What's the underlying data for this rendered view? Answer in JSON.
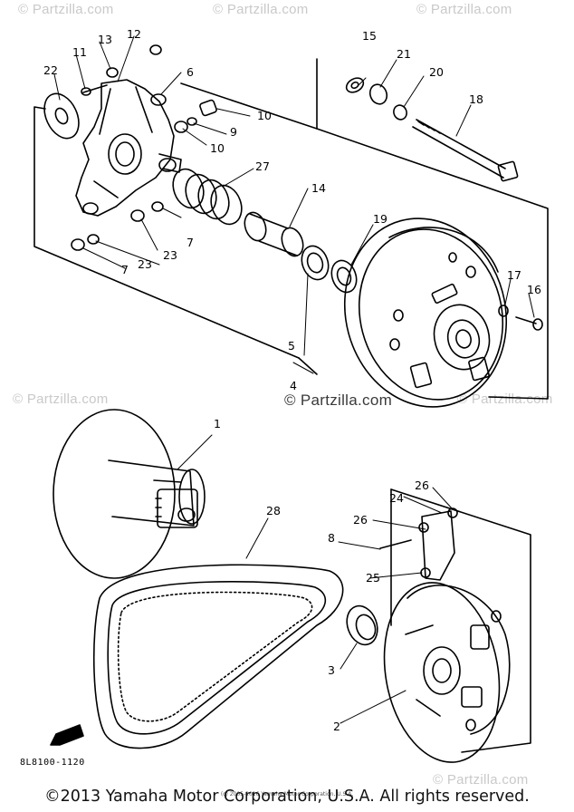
{
  "watermarks": {
    "top_left": "© Partzilla.com",
    "top_center": "© Partzilla.com",
    "top_right": "© Partzilla.com",
    "mid_left": "© Partzilla.com",
    "mid_center": "© Partzilla.com",
    "mid_right": "© Partzilla.com",
    "bottom_right": "© Partzilla.com"
  },
  "diagram": {
    "part_code": "8L8100-1120",
    "fwd_label": "FWD",
    "callouts": [
      "1",
      "2",
      "3",
      "4",
      "5",
      "6",
      "7",
      "7",
      "8",
      "9",
      "10",
      "10",
      "11",
      "12",
      "13",
      "14",
      "15",
      "16",
      "17",
      "18",
      "19",
      "20",
      "21",
      "22",
      "23",
      "23",
      "24",
      "25",
      "26",
      "26",
      "27",
      "28"
    ]
  },
  "copyright_small": "(c) 2005-2016 Yamaha Motor Corporation, U.S.A.",
  "footer": "©2013 Yamaha Motor Corporation, U.S.A. All rights reserved."
}
